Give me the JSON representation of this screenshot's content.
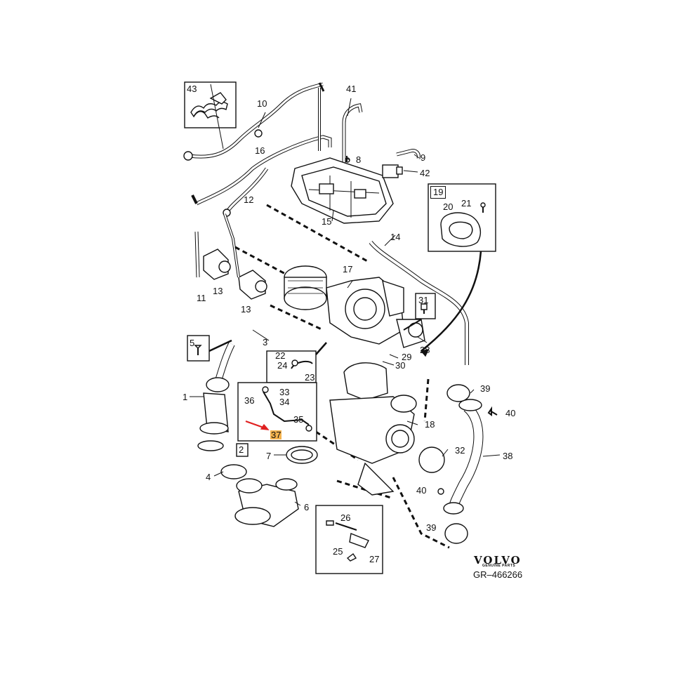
{
  "diagram": {
    "drawing_code": "GR–466266",
    "highlighted_part": "37",
    "highlight_color": "#f5b34d",
    "arrow_color": "#e02020",
    "labels": {
      "p1": "1",
      "p2": "2",
      "p3": "3",
      "p4": "4",
      "p5": "5",
      "p6": "6",
      "p7": "7",
      "p8": "8",
      "p9": "9",
      "p10": "10",
      "p11": "11",
      "p12": "12",
      "p13a": "13",
      "p13b": "13",
      "p14": "14",
      "p15": "15",
      "p16": "16",
      "p17": "17",
      "p18": "18",
      "p19": "19",
      "p20": "20",
      "p21": "21",
      "p22": "22",
      "p23": "23",
      "p24": "24",
      "p25": "25",
      "p26": "26",
      "p27": "27",
      "p28": "28",
      "p29": "29",
      "p30": "30",
      "p31": "31",
      "p32": "32",
      "p33": "33",
      "p34": "34",
      "p35": "35",
      "p36": "36",
      "p37": "37",
      "p38": "38",
      "p39a": "39",
      "p39b": "39",
      "p40a": "40",
      "p40b": "40",
      "p41": "41",
      "p42": "42",
      "p43": "43"
    }
  },
  "logo": {
    "brand": "VOLVO",
    "tagline": "GENUINE PARTS"
  }
}
